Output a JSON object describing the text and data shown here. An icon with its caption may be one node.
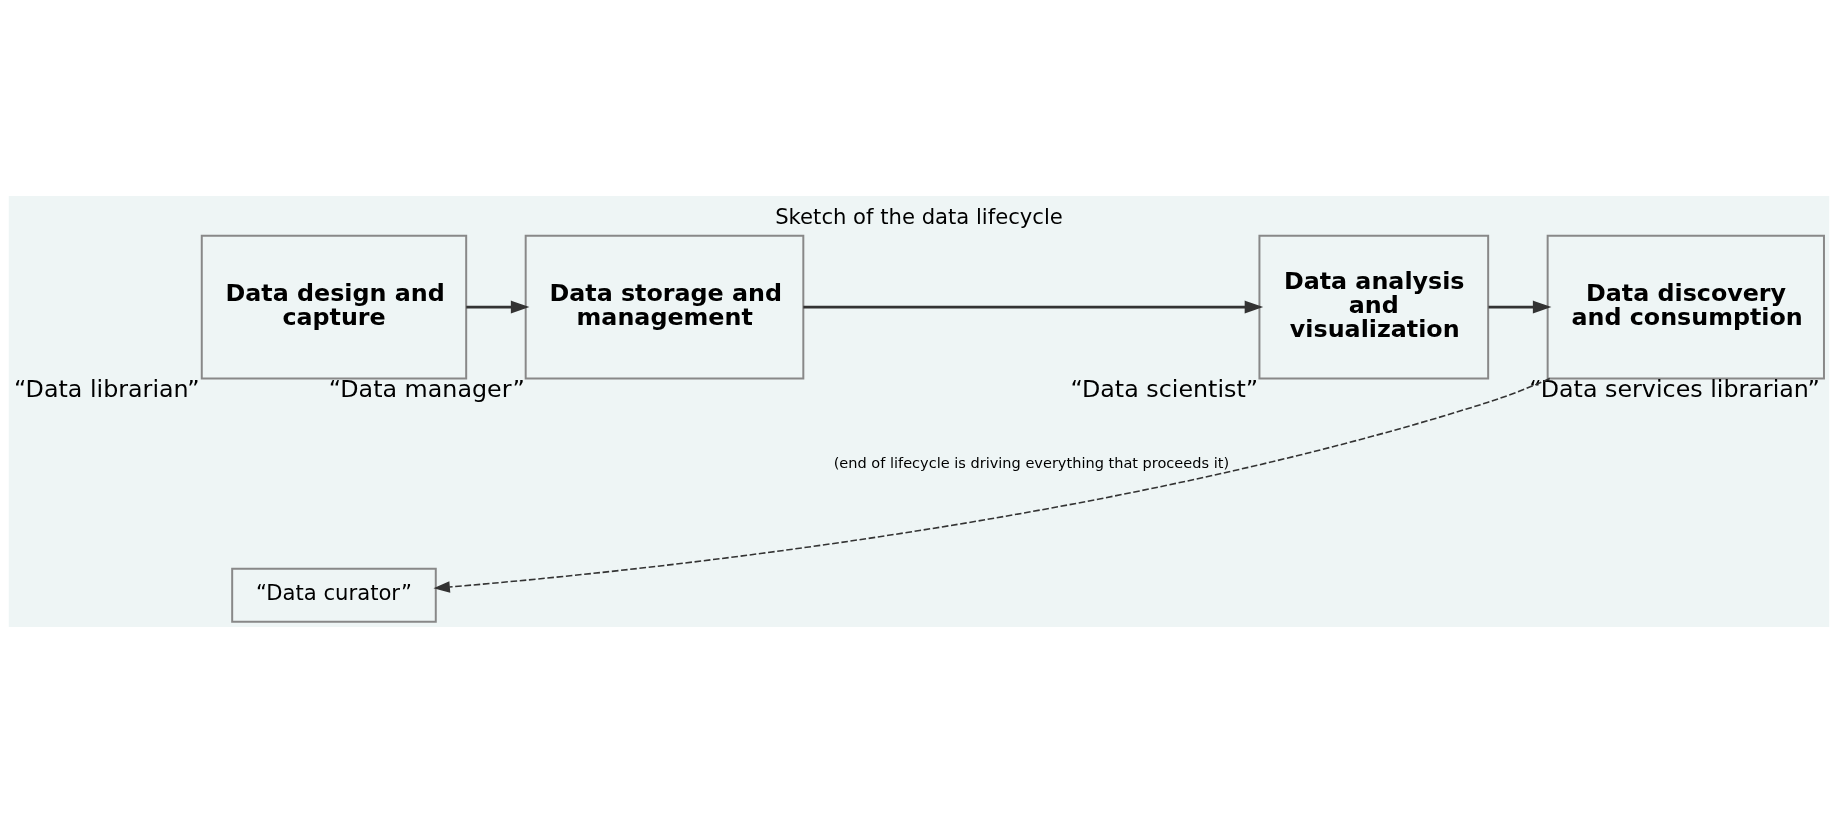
{
  "diagram": {
    "title": "Sketch of the data lifecycle",
    "nodes": [
      {
        "text": [
          "Data design and capture"
        ],
        "beside": [
          "“Data librarian”"
        ]
      },
      {
        "text": [
          "Data storage and management"
        ],
        "beside": [
          "“Data manager”"
        ]
      },
      {
        "text": [
          "Data analysis and visualization"
        ],
        "beside": [
          "“Data scientist”"
        ]
      },
      {
        "text": [
          "Data discovery and consumption"
        ],
        "beside": [
          "“Data services librarian”"
        ]
      },
      {
        "text": [
          "“Data curator”"
        ]
      }
    ],
    "edges": [
      {
        "from": 0,
        "to": 1,
        "arrow": "to"
      },
      {
        "from": 1,
        "to": 2,
        "arrow": "to"
      },
      {
        "from": 2,
        "to": 3,
        "arrow": "to"
      },
      {
        "from": 3,
        "to": 4,
        "arrow": "to",
        "style": "dashed",
        "label": "(end of lifecycle is driving everything that proceeds it)"
      }
    ]
  }
}
